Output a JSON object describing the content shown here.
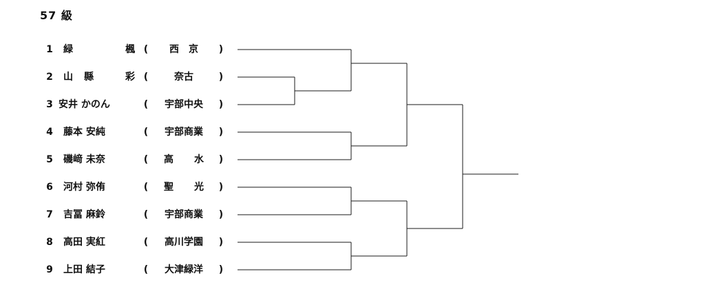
{
  "event": {
    "title": "57 級"
  },
  "entries": [
    {
      "seed": "1",
      "name": "緑　　楓",
      "school": "西　京",
      "open": "(",
      "close": ")"
    },
    {
      "seed": "2",
      "name": "山縣　彩",
      "school": "奈古",
      "open": "(",
      "close": ")"
    },
    {
      "seed": "3",
      "name": "安井 かのん",
      "school": "宇部中央",
      "open": "(",
      "close": ")"
    },
    {
      "seed": "4",
      "name": "藤本 安純",
      "school": "宇部商業",
      "open": "(",
      "close": ")"
    },
    {
      "seed": "5",
      "name": "磯﨑 未奈",
      "school": "高　水",
      "open": "(",
      "close": ")"
    },
    {
      "seed": "6",
      "name": "河村 弥侑",
      "school": "聖　光",
      "open": "(",
      "close": ")"
    },
    {
      "seed": "7",
      "name": "吉冨 麻鈴",
      "school": "宇部商業",
      "open": "(",
      "close": ")"
    },
    {
      "seed": "8",
      "name": "高田 実紅",
      "school": "高川学園",
      "open": "(",
      "close": ")"
    },
    {
      "seed": "9",
      "name": "上田 結子",
      "school": "大津緑洋",
      "open": "(",
      "close": ")"
    }
  ],
  "bracket": {
    "matches": [
      {
        "round": 1,
        "players": [
          "2",
          "3"
        ]
      },
      {
        "round": 2,
        "players": [
          "1",
          "2-3 winner"
        ]
      },
      {
        "round": 2,
        "players": [
          "4",
          "5"
        ]
      },
      {
        "round": 2,
        "players": [
          "6",
          "7"
        ]
      },
      {
        "round": 2,
        "players": [
          "8",
          "9"
        ]
      },
      {
        "round": 3,
        "players": [
          "1-3 winner",
          "4-5 winner"
        ]
      },
      {
        "round": 3,
        "players": [
          "6-7 winner",
          "8-9 winner"
        ]
      },
      {
        "round": 4,
        "players": [
          "top half winner",
          "bottom half winner"
        ]
      }
    ]
  }
}
